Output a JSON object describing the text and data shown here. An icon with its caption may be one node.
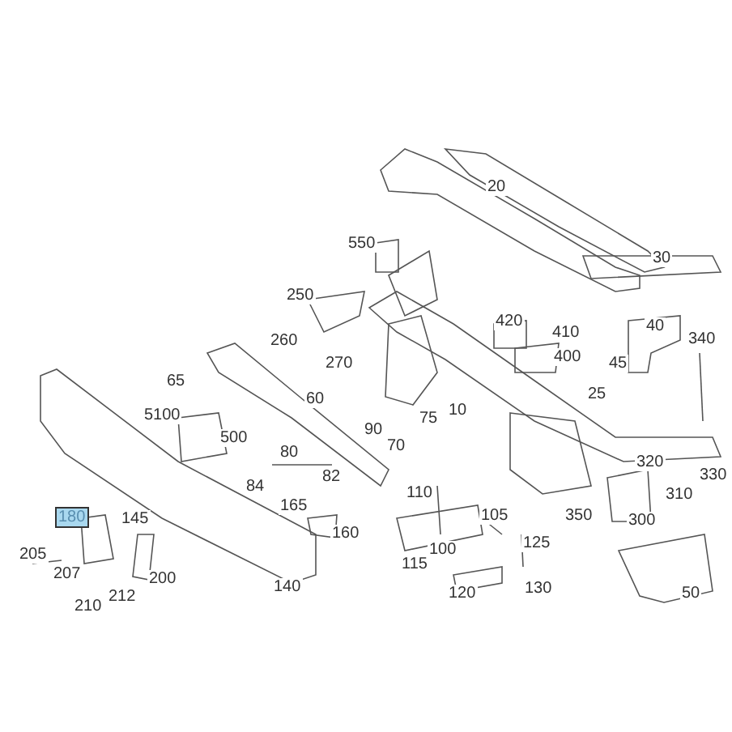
{
  "diagram": {
    "labels": [
      "20",
      "550",
      "30",
      "250",
      "420",
      "40",
      "410",
      "340",
      "260",
      "400",
      "45",
      "270",
      "65",
      "25",
      "60",
      "10",
      "5100",
      "75",
      "90",
      "500",
      "70",
      "80",
      "320",
      "330",
      "82",
      "84",
      "110",
      "165",
      "350",
      "180",
      "145",
      "105",
      "300",
      "310",
      "160",
      "125",
      "100",
      "205",
      "115",
      "207",
      "200",
      "140",
      "130",
      "120",
      "212",
      "50",
      "210"
    ]
  }
}
